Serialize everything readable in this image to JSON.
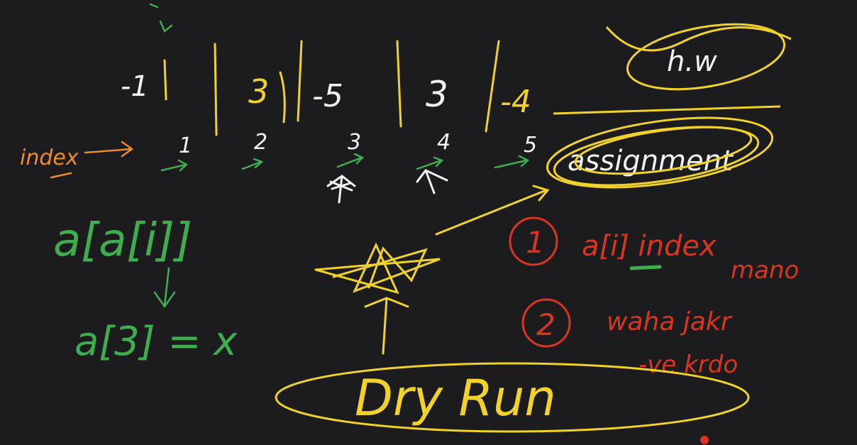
{
  "canvas": {
    "background": "#1c1c1e"
  },
  "colors": {
    "yellow": "#f1d22a",
    "white": "#f2f2f2",
    "orange": "#f08a28",
    "green": "#3fae4f",
    "red": "#d9351f"
  },
  "array": {
    "values": [
      "-1",
      "3",
      "-5",
      "3",
      "-4"
    ],
    "indices": [
      "1",
      "2",
      "3",
      "4",
      "5"
    ],
    "index_label": "index"
  },
  "homework_label": "h.w",
  "assignment_label": "assignment",
  "formula": {
    "top": "a[a[i]]",
    "bottom": "a[3] = x"
  },
  "steps": [
    {
      "number": "1",
      "text_line1": "a[i] index",
      "text_line2": "mano"
    },
    {
      "number": "2",
      "text_line1": "waha jakr",
      "text_line2": "-ve krdo"
    }
  ],
  "dry_run_label": "Dry Run"
}
